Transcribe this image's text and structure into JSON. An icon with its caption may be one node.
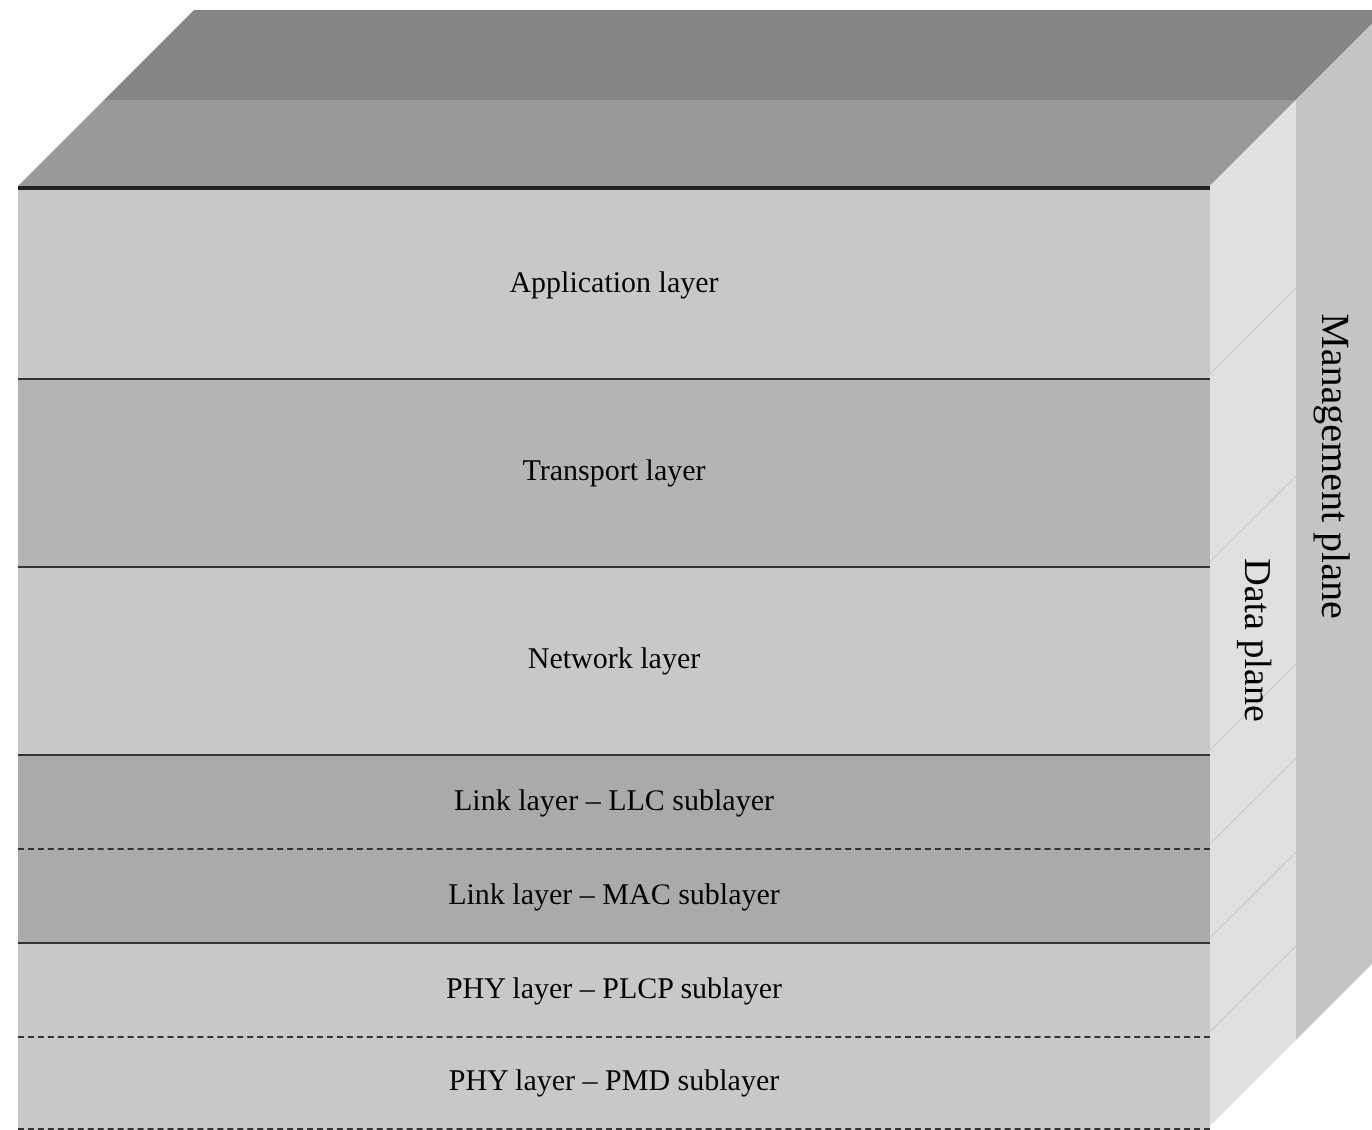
{
  "diagram": {
    "nodes": [
      {
        "text": [
          "Application layer"
        ]
      },
      {
        "text": [
          "Transport layer"
        ]
      },
      {
        "text": [
          "Network layer"
        ]
      },
      {
        "text": [
          "Link layer – LLC sublayer"
        ]
      },
      {
        "text": [
          "Link layer – MAC sublayer"
        ]
      },
      {
        "text": [
          "PHY layer – PLCP sublayer"
        ]
      },
      {
        "text": [
          "PHY layer – PMD sublayer"
        ]
      },
      {
        "text": [
          "Data plane"
        ]
      },
      {
        "text": [
          "Management plane"
        ]
      }
    ]
  }
}
